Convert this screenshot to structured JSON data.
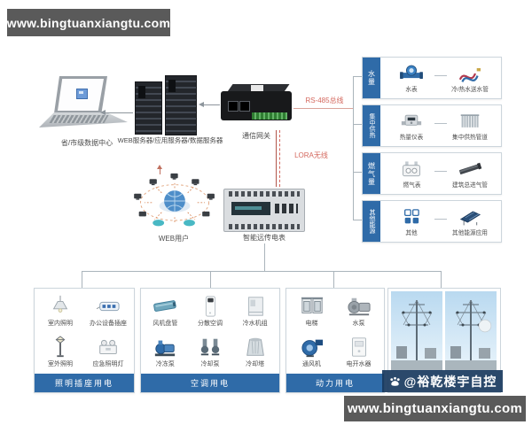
{
  "banners": {
    "top_left": "www.bingtuanxiangtu.com",
    "bottom_right": "www.bingtuanxiangtu.com"
  },
  "colors": {
    "banner_gray": "#5a5a5a",
    "accent_blue": "#2f6ba8",
    "accent_red": "#d4685e",
    "watermark_navy": "#19395e",
    "line_gray": "#aab4bb"
  },
  "nodes": {
    "data_center": {
      "label": "省/市级数据中心",
      "icon": "laptop-icon"
    },
    "servers": {
      "label": "WEB服务器/应用服务器/数据服务器",
      "icon": "server-rack-icon"
    },
    "gateway": {
      "label": "通信网关",
      "icon": "gateway-device-icon"
    },
    "web_users": {
      "label": "WEB用户",
      "icon": "network-cloud-icon"
    },
    "smart_meter": {
      "label": "智能远传电表",
      "icon": "din-meter-icon"
    }
  },
  "links": {
    "rs485": "RS-485总线",
    "lora": "LORA无线"
  },
  "right_panel": {
    "rows": [
      {
        "tab": "水量",
        "items": [
          {
            "label": "水表",
            "icon": "water-meter-icon"
          },
          {
            "label": "冷/热水送水管",
            "icon": "water-hose-icon"
          }
        ]
      },
      {
        "tab": "集中供热",
        "items": [
          {
            "label": "热量仪表",
            "icon": "heat-meter-icon"
          },
          {
            "label": "集中供热管道",
            "icon": "radiator-icon"
          }
        ]
      },
      {
        "tab": "燃气量",
        "items": [
          {
            "label": "燃气表",
            "icon": "gas-meter-icon"
          },
          {
            "label": "建筑总进气管",
            "icon": "gas-pipe-icon"
          }
        ]
      },
      {
        "tab": "其他能源",
        "items": [
          {
            "label": "其他",
            "icon": "squares-icon"
          },
          {
            "label": "其他能源应用",
            "icon": "solar-panel-icon"
          }
        ]
      }
    ]
  },
  "bottom_panel": {
    "boxes": [
      {
        "title": "照明插座用电",
        "items": [
          {
            "label": "室内照明",
            "icon": "pendant-lamp-icon"
          },
          {
            "label": "办公设备插座",
            "icon": "power-strip-icon"
          },
          {
            "label": "室外照明",
            "icon": "street-lamp-icon"
          },
          {
            "label": "应急照明灯",
            "icon": "emergency-light-icon"
          }
        ]
      },
      {
        "title": "空调用电",
        "items": [
          {
            "label": "风机盘管",
            "icon": "fan-coil-icon"
          },
          {
            "label": "分散空调",
            "icon": "standing-ac-icon"
          },
          {
            "label": "冷水机组",
            "icon": "chiller-icon"
          },
          {
            "label": "冷冻泵",
            "icon": "chilled-pump-icon"
          },
          {
            "label": "冷却泵",
            "icon": "cooling-pump-icon"
          },
          {
            "label": "冷却塔",
            "icon": "cooling-tower-icon"
          }
        ]
      },
      {
        "title": "动力用电",
        "items": [
          {
            "label": "电梯",
            "icon": "elevator-icon"
          },
          {
            "label": "水泵",
            "icon": "water-pump-icon"
          },
          {
            "label": "通风机",
            "icon": "vent-fan-icon"
          },
          {
            "label": "电开水器",
            "icon": "water-boiler-icon"
          }
        ]
      },
      {
        "watermark": {
          "icon": "paw-icon",
          "text": "@裕乾楼宇自控"
        }
      }
    ]
  }
}
